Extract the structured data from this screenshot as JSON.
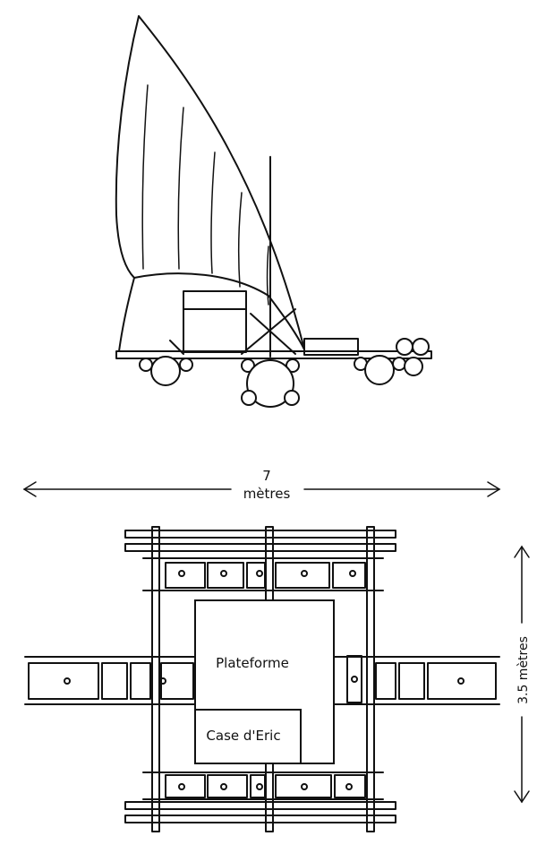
{
  "dimensions": {
    "width_value": "7",
    "width_unit": "mètres",
    "height_label": "3.5 mètres"
  },
  "labels": {
    "platform": "Plateforme",
    "cabin": "Case d'Eric"
  }
}
